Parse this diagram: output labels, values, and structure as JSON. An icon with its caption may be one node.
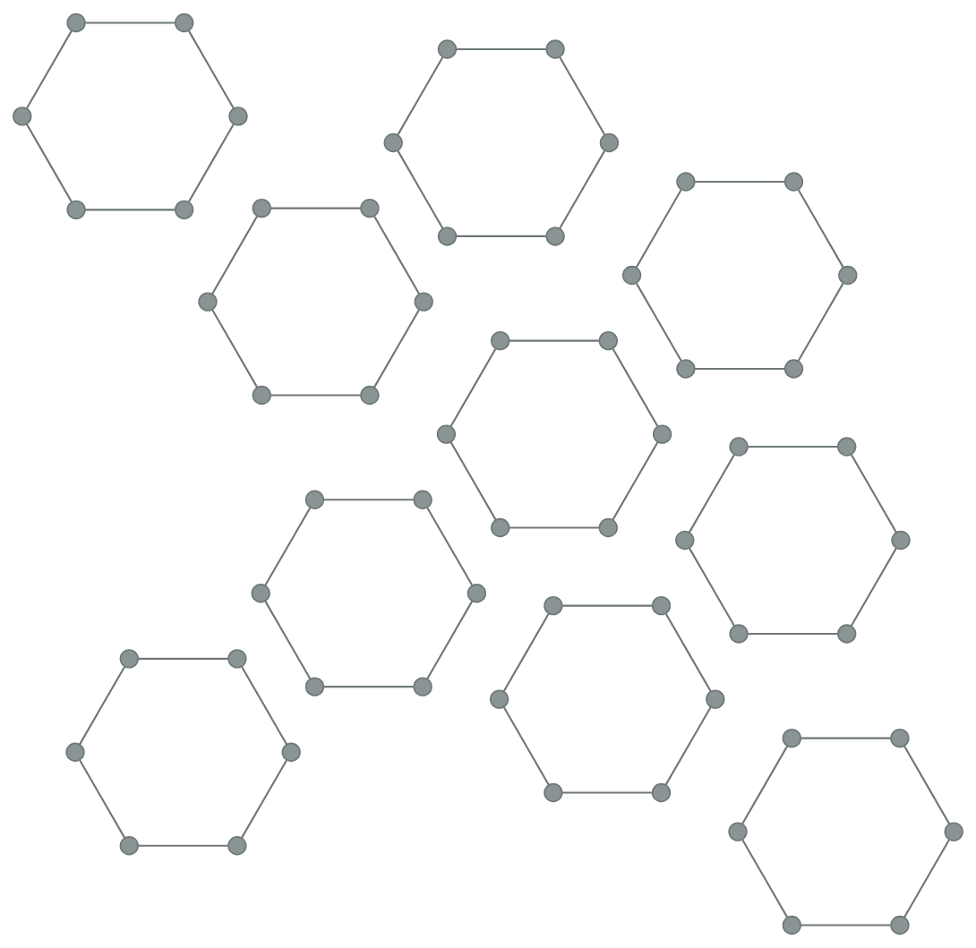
{
  "diagram": {
    "nodes": [
      {
        "text": [],
        "shape": "circle"
      },
      {
        "text": [],
        "shape": "circle"
      },
      {
        "text": [],
        "shape": "circle"
      },
      {
        "text": [],
        "shape": "circle"
      },
      {
        "text": [],
        "shape": "circle"
      },
      {
        "text": [],
        "shape": "circle"
      },
      {
        "text": [],
        "shape": "circle"
      },
      {
        "text": [],
        "shape": "circle"
      },
      {
        "text": [],
        "shape": "circle"
      },
      {
        "text": [],
        "shape": "circle"
      },
      {
        "text": [],
        "shape": "circle"
      },
      {
        "text": [],
        "shape": "circle"
      },
      {
        "text": [],
        "shape": "circle"
      },
      {
        "text": [],
        "shape": "circle"
      },
      {
        "text": [],
        "shape": "circle"
      },
      {
        "text": [],
        "shape": "circle"
      },
      {
        "text": [],
        "shape": "circle"
      },
      {
        "text": [],
        "shape": "circle"
      },
      {
        "text": [],
        "shape": "circle"
      },
      {
        "text": [],
        "shape": "circle"
      },
      {
        "text": [],
        "shape": "circle"
      },
      {
        "text": [],
        "shape": "circle"
      },
      {
        "text": [],
        "shape": "circle"
      },
      {
        "text": [],
        "shape": "circle"
      },
      {
        "text": [],
        "shape": "circle"
      },
      {
        "text": [],
        "shape": "circle"
      },
      {
        "text": [],
        "shape": "circle"
      },
      {
        "text": [],
        "shape": "circle"
      },
      {
        "text": [],
        "shape": "circle"
      },
      {
        "text": [],
        "shape": "circle"
      },
      {
        "text": [],
        "shape": "circle"
      },
      {
        "text": [],
        "shape": "circle"
      },
      {
        "text": [],
        "shape": "circle"
      },
      {
        "text": [],
        "shape": "circle"
      },
      {
        "text": [],
        "shape": "circle"
      },
      {
        "text": [],
        "shape": "circle"
      },
      {
        "text": [],
        "shape": "circle"
      },
      {
        "text": [],
        "shape": "circle"
      },
      {
        "text": [],
        "shape": "circle"
      },
      {
        "text": [],
        "shape": "circle"
      },
      {
        "text": [],
        "shape": "circle"
      },
      {
        "text": [],
        "shape": "circle"
      },
      {
        "text": [],
        "shape": "circle"
      },
      {
        "text": [],
        "shape": "circle"
      },
      {
        "text": [],
        "shape": "circle"
      },
      {
        "text": [],
        "shape": "circle"
      },
      {
        "text": [],
        "shape": "circle"
      },
      {
        "text": [],
        "shape": "circle"
      },
      {
        "text": [],
        "shape": "circle"
      },
      {
        "text": [],
        "shape": "circle"
      },
      {
        "text": [],
        "shape": "circle"
      },
      {
        "text": [],
        "shape": "circle"
      },
      {
        "text": [],
        "shape": "circle"
      },
      {
        "text": [],
        "shape": "circle"
      },
      {
        "text": [],
        "shape": "circle"
      },
      {
        "text": [],
        "shape": "circle"
      },
      {
        "text": [],
        "shape": "circle"
      },
      {
        "text": [],
        "shape": "circle"
      },
      {
        "text": [],
        "shape": "circle"
      },
      {
        "text": [],
        "shape": "circle"
      }
    ],
    "edges": [
      {
        "from": 0,
        "to": 3,
        "arrow": "none"
      },
      {
        "from": 2,
        "to": 1,
        "arrow": "none"
      },
      {
        "from": 0,
        "to": 4,
        "arrow": "none"
      },
      {
        "from": 1,
        "to": 5,
        "arrow": "none"
      },
      {
        "from": 2,
        "to": 4,
        "arrow": "none"
      },
      {
        "from": 3,
        "to": 5,
        "arrow": "none"
      },
      {
        "from": 6,
        "to": 7,
        "arrow": "none"
      },
      {
        "from": 6,
        "to": 10,
        "arrow": "none"
      },
      {
        "from": 7,
        "to": 11,
        "arrow": "none"
      },
      {
        "from": 8,
        "to": 9,
        "arrow": "none"
      },
      {
        "from": 8,
        "to": 10,
        "arrow": "none"
      },
      {
        "from": 9,
        "to": 11,
        "arrow": "none"
      },
      {
        "from": 12,
        "to": 13,
        "arrow": "none"
      },
      {
        "from": 12,
        "to": 16,
        "arrow": "none"
      },
      {
        "from": 13,
        "to": 17,
        "arrow": "none"
      },
      {
        "from": 14,
        "to": 15,
        "arrow": "none"
      },
      {
        "from": 14,
        "to": 17,
        "arrow": "none"
      },
      {
        "from": 15,
        "to": 16,
        "arrow": "none"
      },
      {
        "from": 18,
        "to": 21,
        "arrow": "none"
      },
      {
        "from": 18,
        "to": 23,
        "arrow": "none"
      },
      {
        "from": 19,
        "to": 20,
        "arrow": "none"
      },
      {
        "from": 19,
        "to": 22,
        "arrow": "none"
      },
      {
        "from": 20,
        "to": 21,
        "arrow": "none"
      },
      {
        "from": 22,
        "to": 23,
        "arrow": "none"
      },
      {
        "from": 24,
        "to": 27,
        "arrow": "none"
      },
      {
        "from": 24,
        "to": 28,
        "arrow": "none"
      },
      {
        "from": 25,
        "to": 28,
        "arrow": "none"
      },
      {
        "from": 25,
        "to": 29,
        "arrow": "none"
      },
      {
        "from": 26,
        "to": 29,
        "arrow": "none"
      },
      {
        "from": 26,
        "to": 27,
        "arrow": "none"
      },
      {
        "from": 30,
        "to": 31,
        "arrow": "none"
      },
      {
        "from": 30,
        "to": 32,
        "arrow": "none"
      },
      {
        "from": 31,
        "to": 34,
        "arrow": "none"
      },
      {
        "from": 32,
        "to": 33,
        "arrow": "none"
      },
      {
        "from": 33,
        "to": 35,
        "arrow": "none"
      },
      {
        "from": 34,
        "to": 35,
        "arrow": "none"
      },
      {
        "from": 36,
        "to": 38,
        "arrow": "none"
      },
      {
        "from": 36,
        "to": 41,
        "arrow": "none"
      },
      {
        "from": 37,
        "to": 38,
        "arrow": "none"
      },
      {
        "from": 37,
        "to": 40,
        "arrow": "none"
      },
      {
        "from": 39,
        "to": 40,
        "arrow": "none"
      },
      {
        "from": 39,
        "to": 41,
        "arrow": "none"
      },
      {
        "from": 42,
        "to": 44,
        "arrow": "none"
      },
      {
        "from": 42,
        "to": 47,
        "arrow": "none"
      },
      {
        "from": 43,
        "to": 45,
        "arrow": "none"
      },
      {
        "from": 43,
        "to": 46,
        "arrow": "none"
      },
      {
        "from": 44,
        "to": 45,
        "arrow": "none"
      },
      {
        "from": 46,
        "to": 47,
        "arrow": "none"
      },
      {
        "from": 48,
        "to": 49,
        "arrow": "none"
      },
      {
        "from": 48,
        "to": 50,
        "arrow": "none"
      },
      {
        "from": 50,
        "to": 52,
        "arrow": "none"
      },
      {
        "from": 49,
        "to": 53,
        "arrow": "none"
      },
      {
        "from": 51,
        "to": 52,
        "arrow": "none"
      },
      {
        "from": 51,
        "to": 53,
        "arrow": "none"
      },
      {
        "from": 54,
        "to": 55,
        "arrow": "none"
      },
      {
        "from": 54,
        "to": 56,
        "arrow": "none"
      },
      {
        "from": 55,
        "to": 57,
        "arrow": "none"
      },
      {
        "from": 56,
        "to": 58,
        "arrow": "none"
      },
      {
        "from": 57,
        "to": 59,
        "arrow": "none"
      },
      {
        "from": 58,
        "to": 59,
        "arrow": "none"
      }
    ]
  }
}
